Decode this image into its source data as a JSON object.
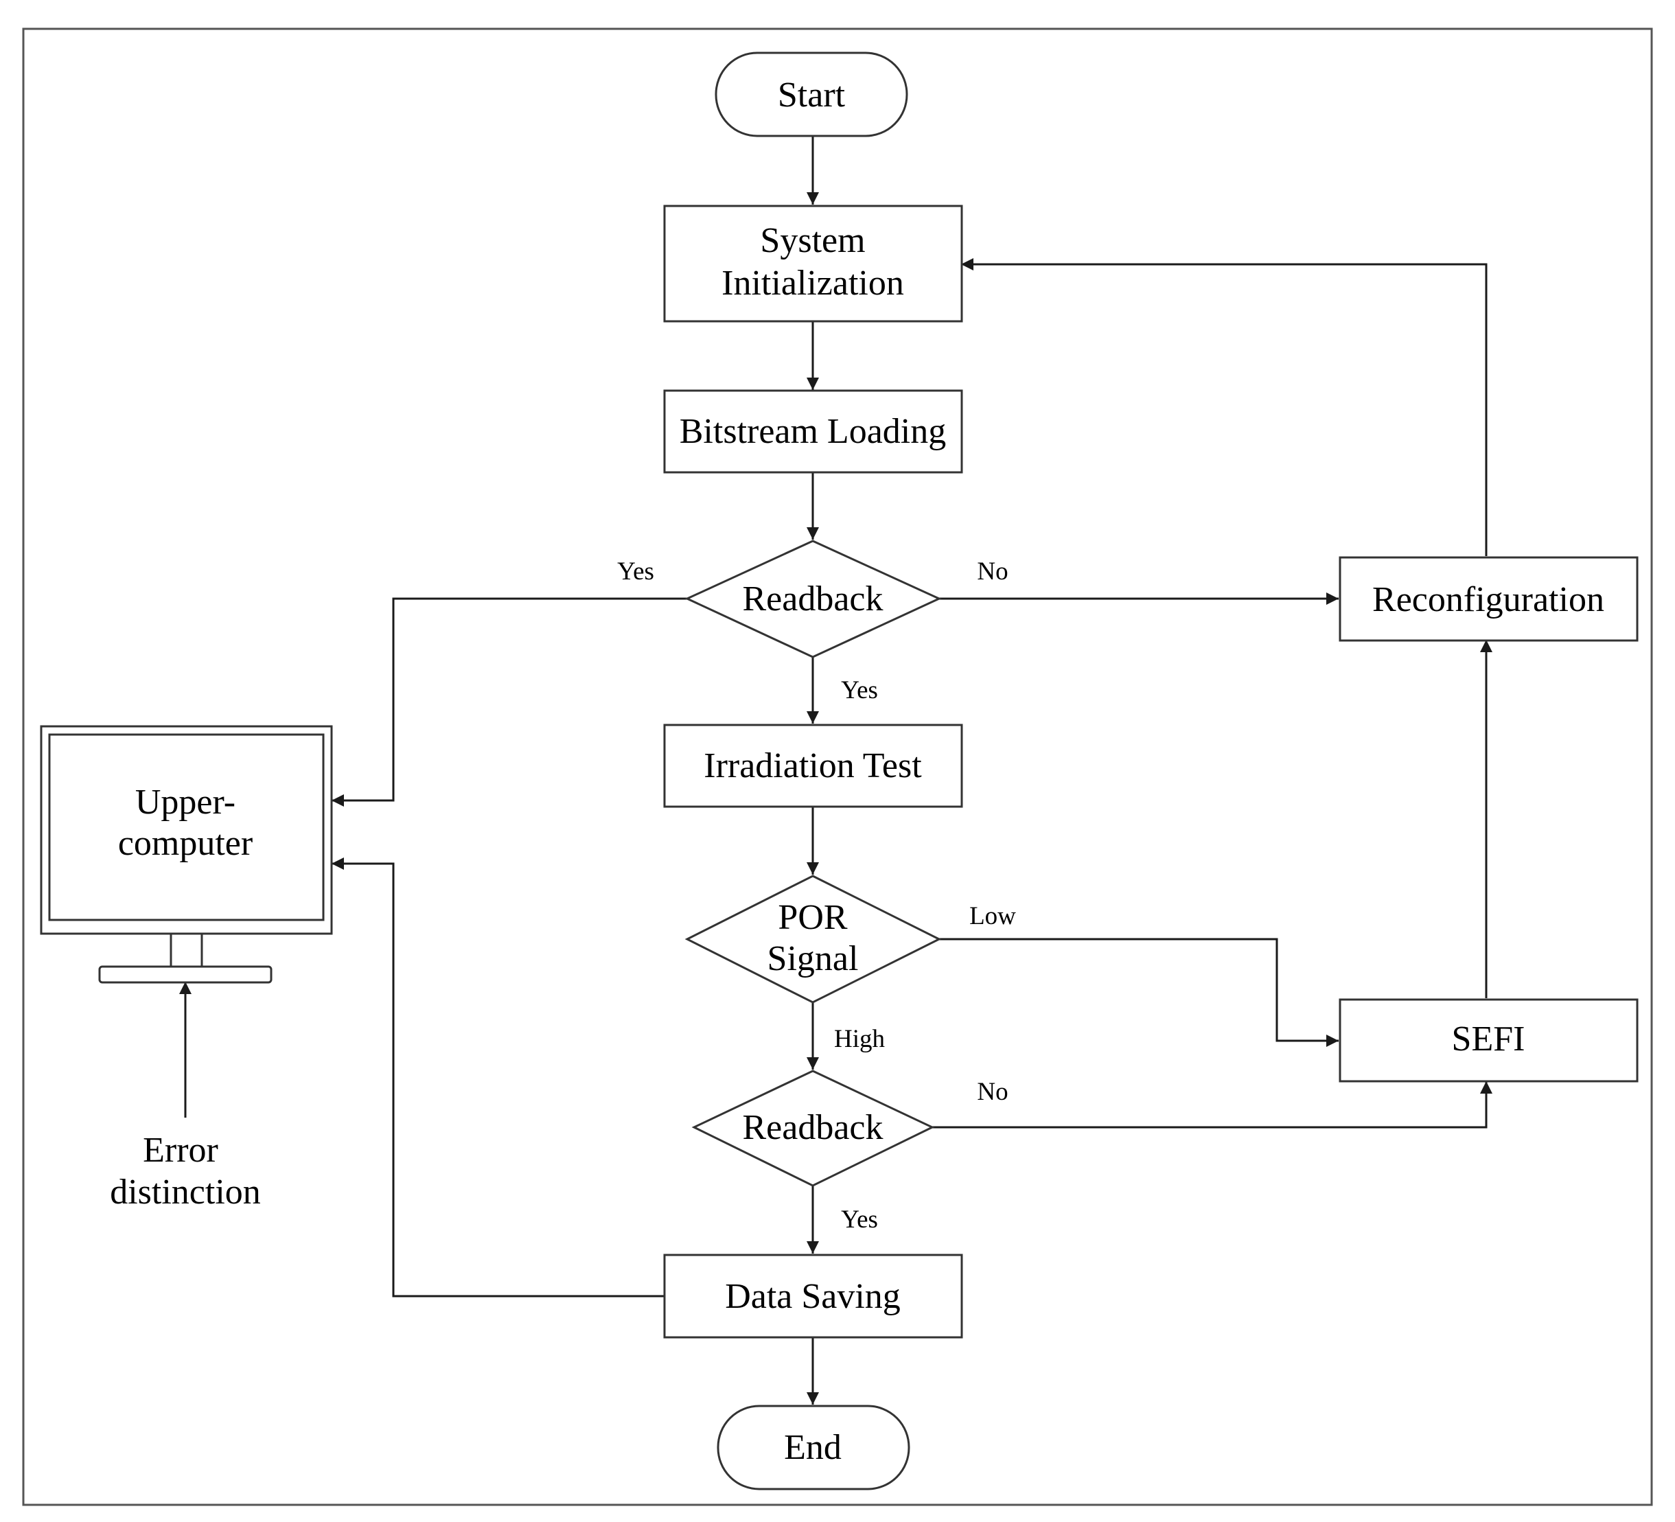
{
  "colors": {
    "line": "#1a1a1a",
    "shape_border": "#333333",
    "frame_border": "#555555",
    "background": "#ffffff"
  },
  "nodes": {
    "start": "Start",
    "system_init": [
      "System",
      "Initialization"
    ],
    "bitstream_loading": "Bitstream Loading",
    "readback_1": "Readback",
    "irradiation_test": "Irradiation Test",
    "por_signal": [
      "POR",
      "Signal"
    ],
    "readback_2": "Readback",
    "data_saving": "Data Saving",
    "end": "End",
    "reconfiguration": "Reconfiguration",
    "sefi": "SEFI",
    "upper_computer": [
      "Upper-",
      "computer"
    ],
    "error_distinction": [
      "Error",
      "distinction"
    ]
  },
  "edge_labels": {
    "readback_1_left": "Yes",
    "readback_1_right": "No",
    "readback_1_down": "Yes",
    "por_low": "Low",
    "por_high": "High",
    "readback_2_right": "No",
    "readback_2_down": "Yes"
  },
  "icons": {
    "monitor": "monitor-icon"
  }
}
